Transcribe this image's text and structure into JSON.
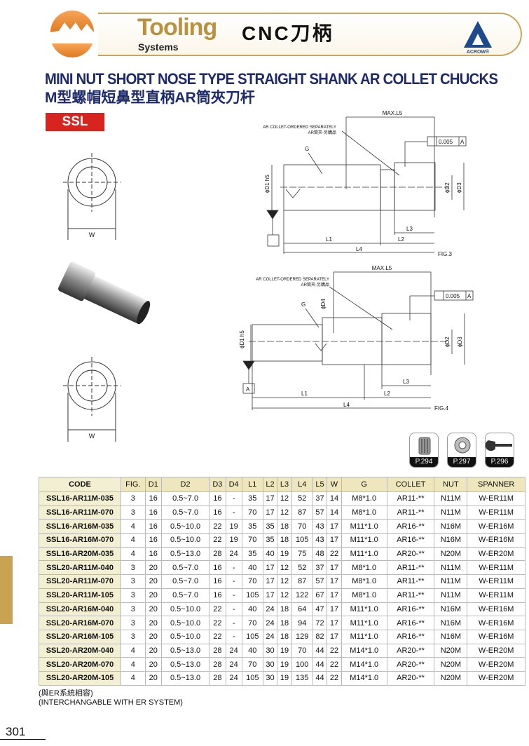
{
  "header": {
    "brand_main": "Tooling",
    "brand_sub": "Systems",
    "category": "CNC刀柄",
    "logo_text": "ACROW®"
  },
  "title": {
    "en": "MINI NUT SHORT NOSE TYPE STRAIGHT SHANK AR COLLET CHUCKS",
    "cn": "M型螺帽短鼻型直柄AR筒夾刀杆"
  },
  "series_badge": "SSL",
  "drawing": {
    "w_label": "W",
    "max_l5": "MAX.L5",
    "collet_note_en": "AR COLLET-ORDERED SEPARATELY",
    "collet_note_cn": "AR筒夾-另購品",
    "g": "G",
    "d1": "ϕD1 h5",
    "d2": "ϕD2",
    "d3": "ϕD3",
    "d4": "ϕD4",
    "tolerance": "0.005",
    "datum": "A",
    "l1": "L1",
    "l2": "L2",
    "l3": "L3",
    "l4": "L4",
    "fig3": "FIG.3",
    "fig4": "FIG.4"
  },
  "accessories": [
    {
      "name": "collet",
      "page": "P.294"
    },
    {
      "name": "nut",
      "page": "P.297"
    },
    {
      "name": "spanner",
      "page": "P.296"
    }
  ],
  "table": {
    "headers": [
      "CODE",
      "FIG.",
      "D1",
      "D2",
      "D3",
      "D4",
      "L1",
      "L2",
      "L3",
      "L4",
      "L5",
      "W",
      "G",
      "COLLET",
      "NUT",
      "SPANNER"
    ],
    "rows": [
      [
        "SSL16-AR11M-035",
        "3",
        "16",
        "0.5~7.0",
        "16",
        "-",
        "35",
        "17",
        "12",
        "52",
        "37",
        "14",
        "M8*1.0",
        "AR11-**",
        "N11M",
        "W-ER11M"
      ],
      [
        "SSL16-AR11M-070",
        "3",
        "16",
        "0.5~7.0",
        "16",
        "-",
        "70",
        "17",
        "12",
        "87",
        "57",
        "14",
        "M8*1.0",
        "AR11-**",
        "N11M",
        "W-ER11M"
      ],
      [
        "SSL16-AR16M-035",
        "4",
        "16",
        "0.5~10.0",
        "22",
        "19",
        "35",
        "35",
        "18",
        "70",
        "43",
        "17",
        "M11*1.0",
        "AR16-**",
        "N16M",
        "W-ER16M"
      ],
      [
        "SSL16-AR16M-070",
        "4",
        "16",
        "0.5~10.0",
        "22",
        "19",
        "70",
        "35",
        "18",
        "105",
        "43",
        "17",
        "M11*1.0",
        "AR16-**",
        "N16M",
        "W-ER16M"
      ],
      [
        "SSL16-AR20M-035",
        "4",
        "16",
        "0.5~13.0",
        "28",
        "24",
        "35",
        "40",
        "19",
        "75",
        "48",
        "22",
        "M11*1.0",
        "AR20-**",
        "N20M",
        "W-ER20M"
      ],
      [
        "SSL20-AR11M-040",
        "3",
        "20",
        "0.5~7.0",
        "16",
        "-",
        "40",
        "17",
        "12",
        "52",
        "37",
        "17",
        "M8*1.0",
        "AR11-**",
        "N11M",
        "W-ER11M"
      ],
      [
        "SSL20-AR11M-070",
        "3",
        "20",
        "0.5~7.0",
        "16",
        "-",
        "70",
        "17",
        "12",
        "87",
        "57",
        "17",
        "M8*1.0",
        "AR11-**",
        "N11M",
        "W-ER11M"
      ],
      [
        "SSL20-AR11M-105",
        "3",
        "20",
        "0.5~7.0",
        "16",
        "-",
        "105",
        "17",
        "12",
        "122",
        "67",
        "17",
        "M8*1.0",
        "AR11-**",
        "N11M",
        "W-ER11M"
      ],
      [
        "SSL20-AR16M-040",
        "3",
        "20",
        "0.5~10.0",
        "22",
        "-",
        "40",
        "24",
        "18",
        "64",
        "47",
        "17",
        "M11*1.0",
        "AR16-**",
        "N16M",
        "W-ER16M"
      ],
      [
        "SSL20-AR16M-070",
        "3",
        "20",
        "0.5~10.0",
        "22",
        "-",
        "70",
        "24",
        "18",
        "94",
        "72",
        "17",
        "M11*1.0",
        "AR16-**",
        "N16M",
        "W-ER16M"
      ],
      [
        "SSL20-AR16M-105",
        "3",
        "20",
        "0.5~10.0",
        "22",
        "-",
        "105",
        "24",
        "18",
        "129",
        "82",
        "17",
        "M11*1.0",
        "AR16-**",
        "N16M",
        "W-ER16M"
      ],
      [
        "SSL20-AR20M-040",
        "4",
        "20",
        "0.5~13.0",
        "28",
        "24",
        "40",
        "30",
        "19",
        "70",
        "44",
        "22",
        "M14*1.0",
        "AR20-**",
        "N20M",
        "W-ER20M"
      ],
      [
        "SSL20-AR20M-070",
        "4",
        "20",
        "0.5~13.0",
        "28",
        "24",
        "70",
        "30",
        "19",
        "100",
        "44",
        "22",
        "M14*1.0",
        "AR20-**",
        "N20M",
        "W-ER20M"
      ],
      [
        "SSL20-AR20M-105",
        "4",
        "20",
        "0.5~13.0",
        "28",
        "24",
        "105",
        "30",
        "19",
        "135",
        "44",
        "22",
        "M14*1.0",
        "AR20-**",
        "N20M",
        "W-ER20M"
      ]
    ]
  },
  "notes": {
    "cn": "(與ER系統相容)",
    "en": "(INTERCHANGABLE WITH ER SYSTEM)"
  },
  "page_number": "301"
}
